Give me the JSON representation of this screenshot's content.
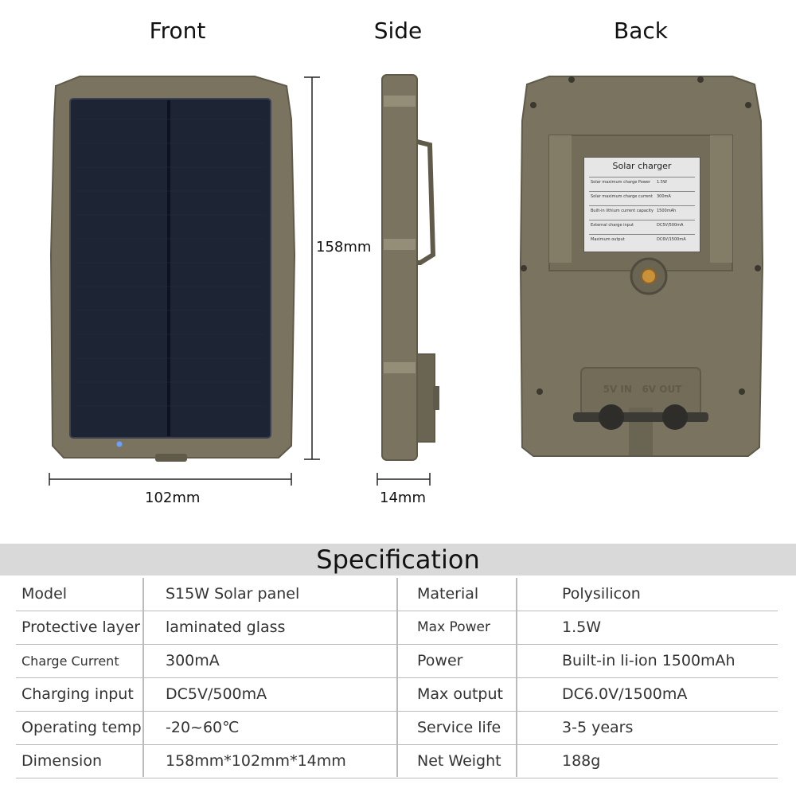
{
  "views": {
    "front": "Front",
    "side": "Side",
    "back": "Back"
  },
  "dimensions": {
    "height": "158mm",
    "width": "102mm",
    "depth": "14mm"
  },
  "back_label": {
    "title": "Solar charger",
    "rows": [
      [
        "Solar maximum charge Power",
        "1.5W"
      ],
      [
        "Solar maximum charge current",
        "300mA"
      ],
      [
        "Built-in lithium current capacity",
        "1500mAh"
      ],
      [
        "External charge input",
        "DC5V/500mA"
      ],
      [
        "Maximum output",
        "DC6V/1500mA"
      ]
    ],
    "port_text": "5V IN   6V OUT"
  },
  "spec": {
    "title": "Specification",
    "rows": [
      [
        "Model",
        "S15W Solar panel",
        "Material",
        "Polysilicon"
      ],
      [
        "Protective layer",
        "laminated glass",
        "Max Power",
        "1.5W"
      ],
      [
        "Charge Current",
        "300mA",
        "Power",
        "Built-in li-ion 1500mAh"
      ],
      [
        "Charging input",
        "DC5V/500mA",
        "Max output",
        "DC6.0V/1500mA"
      ],
      [
        "Operating temp",
        "-20~60℃",
        "Service life",
        "3-5 years"
      ],
      [
        "Dimension",
        "158mm*102mm*14mm",
        "Net Weight",
        "188g"
      ]
    ]
  },
  "colors": {
    "housing": "#7a735f",
    "housing_dark": "#5f5a4a",
    "panel": "#1f2637",
    "label_bg": "#e6e6e6"
  }
}
